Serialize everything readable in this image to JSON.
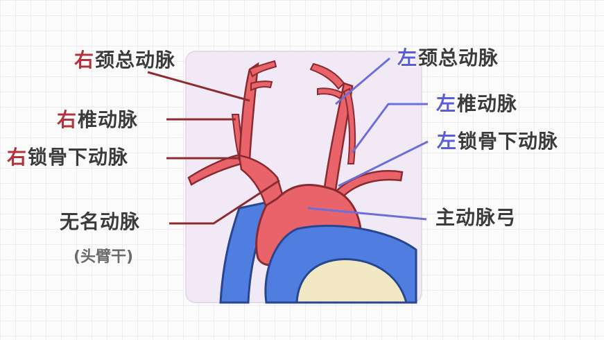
{
  "colors": {
    "right_side": "#b3323b",
    "left_side": "#5b5ed6",
    "label_text": "#3b3b3b",
    "leader_right": "#8c2c30",
    "leader_left": "#6e6ed8",
    "artery_fill": "#e8646a",
    "artery_outline": "#8a2a30",
    "vein_fill": "#4f7de0",
    "background_panel": "#f1e9f5"
  },
  "labels": {
    "right_common_carotid": {
      "side": "右",
      "name": "颈总动脉"
    },
    "right_vertebral": {
      "side": "右",
      "name": "椎动脉"
    },
    "right_subclavian": {
      "side": "右",
      "name": "锁骨下动脉"
    },
    "innominate": {
      "name": "无名动脉",
      "sub": "(头臂干)"
    },
    "left_common_carotid": {
      "side": "左",
      "name": "颈总动脉"
    },
    "left_vertebral": {
      "side": "左",
      "name": "椎动脉"
    },
    "left_subclavian": {
      "side": "左",
      "name": "锁骨下动脉"
    },
    "aortic_arch": {
      "name": "主动脉弓"
    }
  }
}
